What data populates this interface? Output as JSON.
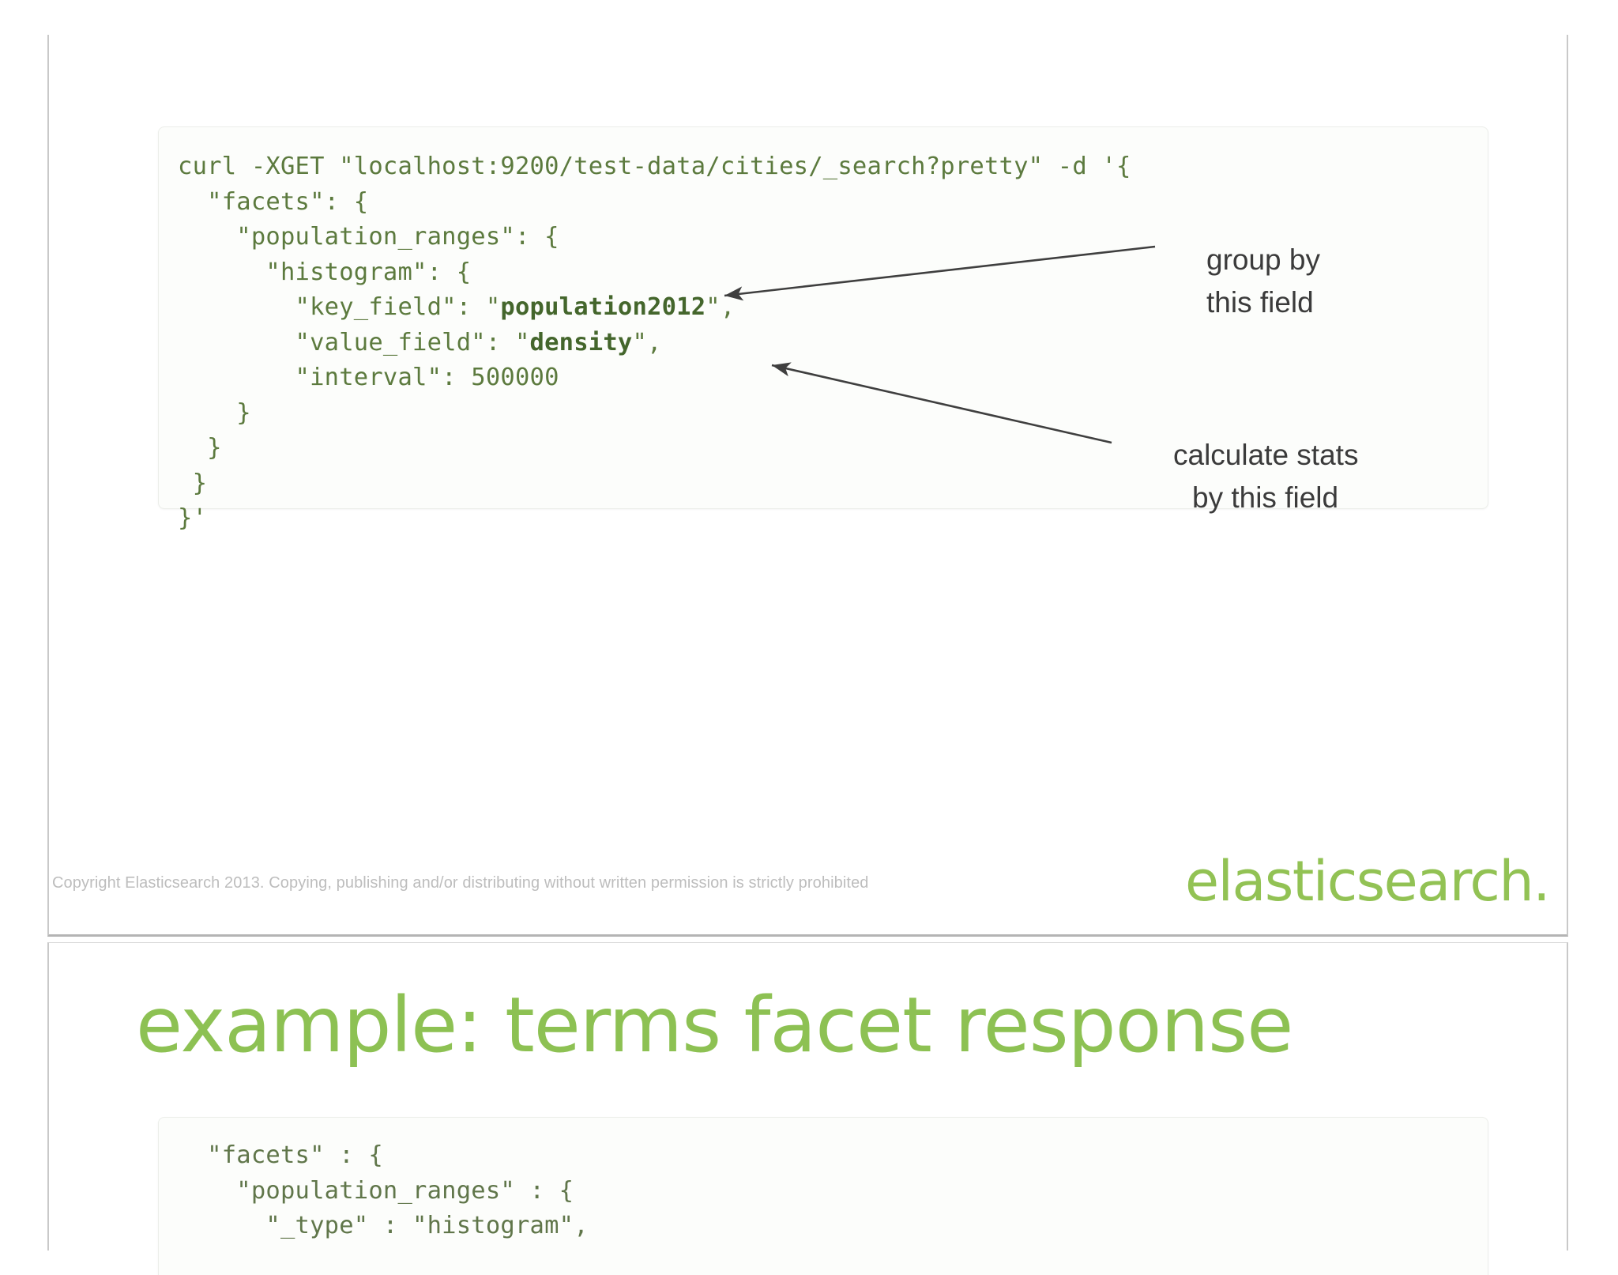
{
  "document": {
    "background_color": "#ffffff",
    "slide_border_color": "#c9c9c9"
  },
  "slide1": {
    "code_block": {
      "language": "shell-json",
      "text_color": "#5c7a3e",
      "background_color": "#fcfdfb",
      "lines": [
        "curl -XGET \"localhost:9200/test-data/cities/_search?pretty\" -d '{",
        "  \"facets\": {",
        "    \"population_ranges\": {",
        "      \"histogram\": {",
        "        \"key_field\": \"population2012\",",
        "        \"value_field\": \"density\",",
        "        \"interval\": 500000",
        "    }",
        "  }",
        " }",
        "}'"
      ],
      "bold_tokens": [
        "population2012",
        "density"
      ]
    },
    "annotations": [
      {
        "id": "group-by",
        "line1": "group by",
        "line2": "this field",
        "target": "key_field value"
      },
      {
        "id": "calculate-stats",
        "line1": "calculate stats",
        "line2": "by this field",
        "target": "value_field value"
      }
    ],
    "footer": {
      "copyright": "Copyright Elasticsearch 2013. Copying, publishing and/or distributing without written permission is strictly prohibited",
      "logo": "elasticsearch.",
      "logo_color": "#92c254"
    }
  },
  "slide2": {
    "title": "example: terms facet response",
    "title_color": "#8dc153",
    "code_block": {
      "text_color": "#60764a",
      "background_color": "#fcfdfb",
      "lines": [
        "  \"facets\" : {",
        "    \"population_ranges\" : {",
        "      \"_type\" : \"histogram\","
      ]
    }
  }
}
